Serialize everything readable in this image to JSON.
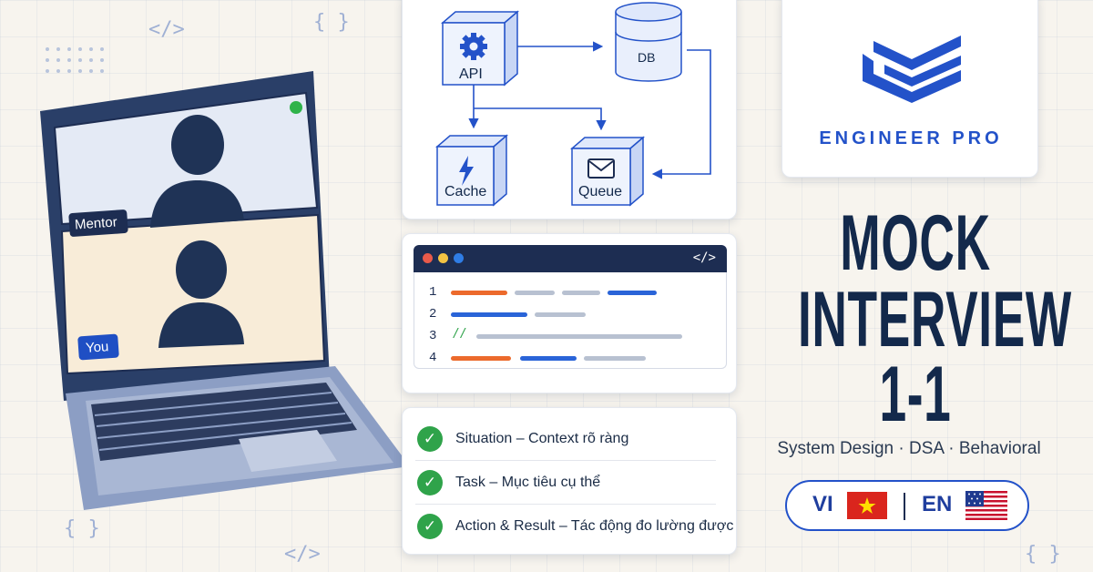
{
  "decor": {
    "code_tag": "</>",
    "braces": "{ }"
  },
  "video_call": {
    "mentor_label": "Mentor",
    "you_label": "You",
    "status_color": "#2fb34a"
  },
  "architecture": {
    "api_label": "API",
    "db_label": "DB",
    "cache_label": "Cache",
    "queue_label": "Queue",
    "api_icon": "gear-icon",
    "cache_icon": "lightning-icon",
    "queue_icon": "envelope-icon",
    "accent": "#2352c9"
  },
  "code_editor": {
    "tag": "</>",
    "lines": [
      "1",
      "2",
      "3",
      "4"
    ],
    "comment": "//"
  },
  "star_method": {
    "items": [
      "Situation – Context rõ ràng",
      "Task – Mục tiêu cụ thể",
      "Action & Result – Tác động đo lường được"
    ],
    "check_color": "#2fa34a"
  },
  "brand": {
    "name": "ENGINEER PRO",
    "color": "#2352c9"
  },
  "headline": {
    "line1": "MOCK",
    "line2": "INTERVIEW",
    "line3": "1-1",
    "subtitle": "System Design · DSA · Behavioral"
  },
  "languages": {
    "vi": "VI",
    "en": "EN"
  }
}
